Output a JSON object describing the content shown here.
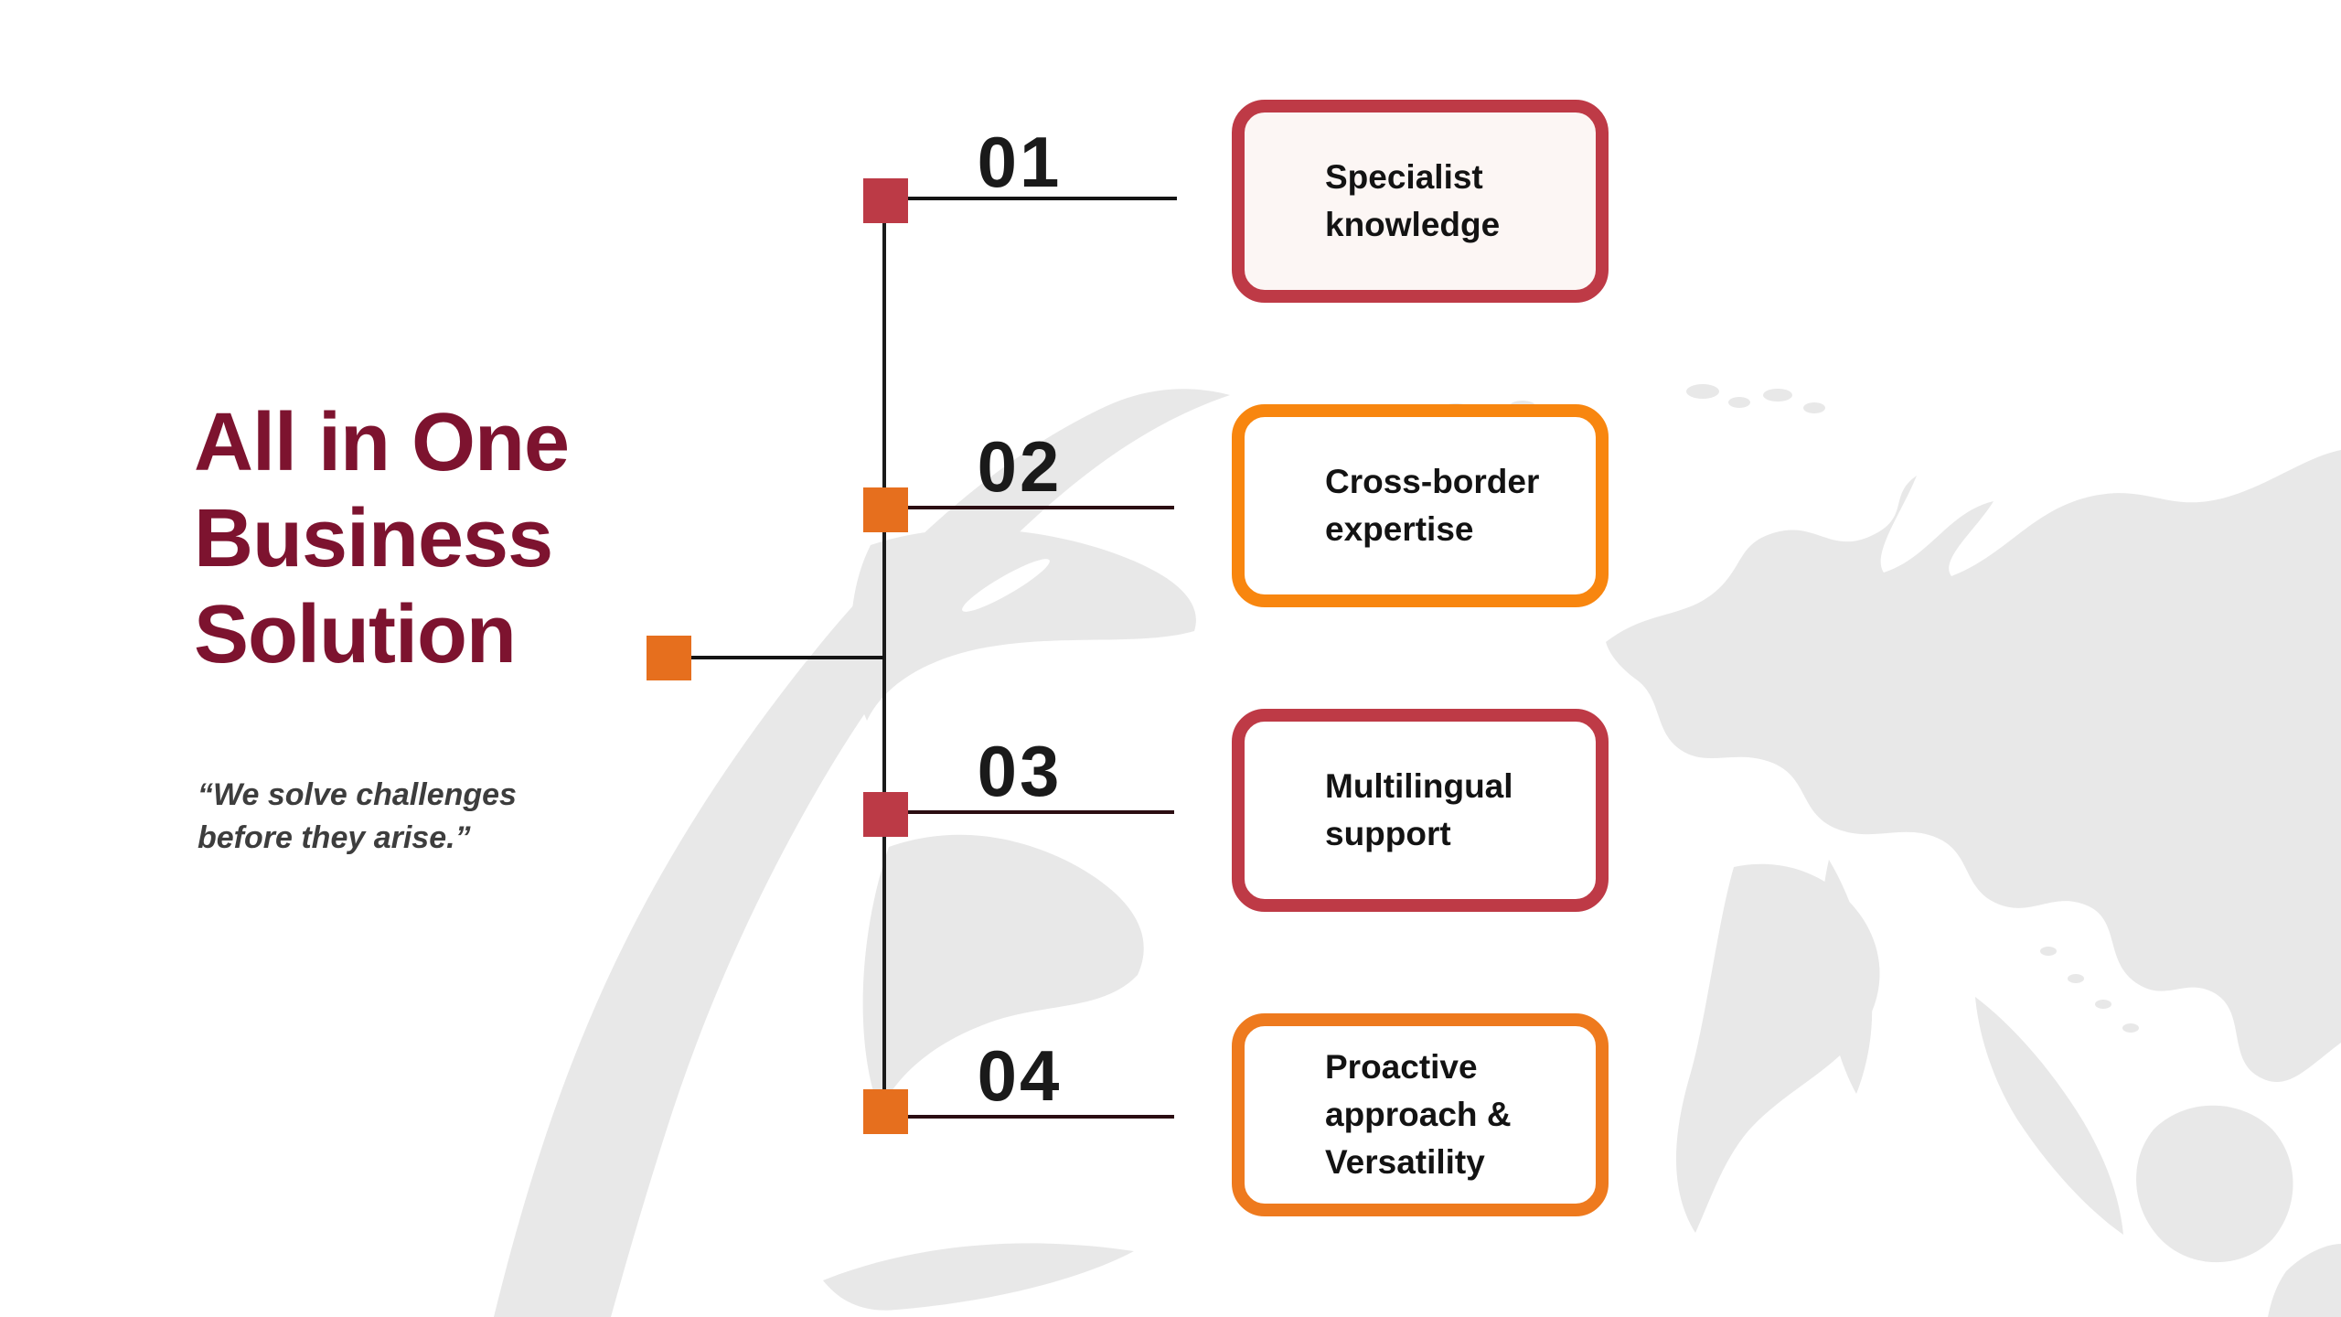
{
  "slide": {
    "background_color": "#FFFFFF",
    "description": "All in One Business Solution timeline infographic with four numbered feature boxes over a light gray world map background"
  },
  "title": {
    "text": "All in One Business Solution",
    "lines": [
      "All in One",
      "Business",
      "Solution"
    ],
    "color": "#7D132F"
  },
  "quote": {
    "text": "“We solve challenges before they arise.”",
    "lines": [
      "“We solve challenges",
      "before they arise.”"
    ],
    "color": "#3D3D3D"
  },
  "timeline": {
    "root_marker_color": "#E66F1E",
    "vertical_line_color": "#1B1B1B",
    "connector_line_black": "#141414",
    "connector_line_maroon": "#2B0D12",
    "number_color": "#1A1A1A"
  },
  "items": [
    {
      "number": "01",
      "label": "Specialist knowledge",
      "marker_color": "#BC3A46",
      "box_border_color": "#BE3A46",
      "box_fill_color": "#FCF6F4"
    },
    {
      "number": "02",
      "label": "Cross-border expertise",
      "marker_color": "#E66F1E",
      "box_border_color": "#F8860F",
      "box_fill_color": "#FFFFFF"
    },
    {
      "number": "03",
      "label": "Multilingual support",
      "marker_color": "#BC3A46",
      "box_border_color": "#BE3A46",
      "box_fill_color": "#FFFFFF"
    },
    {
      "number": "04",
      "label": "Proactive approach & Versatility",
      "marker_color": "#E66F1E",
      "box_border_color": "#EE7A1E",
      "box_fill_color": "#FFFFFF"
    }
  ],
  "background_map": {
    "name": "world-map-silhouette",
    "color": "#E8E8E8"
  }
}
